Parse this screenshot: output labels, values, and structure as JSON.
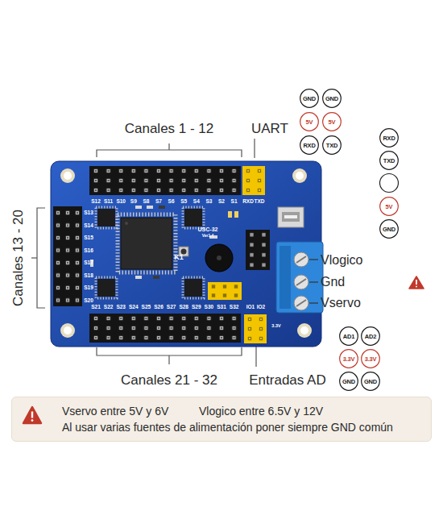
{
  "diagram": {
    "nodes": [
      {
        "text": [
          "GND"
        ]
      },
      {
        "text": [
          "GND"
        ]
      },
      {
        "text": [
          "5V"
        ]
      },
      {
        "text": [
          "5V"
        ]
      },
      {
        "text": [
          "RXD"
        ]
      },
      {
        "text": [
          "TXD"
        ]
      },
      {
        "text": [
          "RXD"
        ]
      },
      {
        "text": [
          "TXD"
        ]
      },
      {
        "text": [
          "5V"
        ]
      },
      {
        "text": [
          "GND"
        ]
      },
      {
        "text": [
          "AD1"
        ]
      },
      {
        "text": [
          "AD2"
        ]
      },
      {
        "text": [
          "3.3V"
        ]
      },
      {
        "text": [
          "3.3V"
        ]
      },
      {
        "text": [
          "GND"
        ]
      },
      {
        "text": [
          "GND"
        ]
      },
      {
        "text": [
          "Vservo entre 5V y 6V",
          "Vlogico entre 6.5V y 12V",
          "Al usar varias fuentes de alimentación poner siempre GND común"
        ]
      }
    ],
    "labels": [
      "Canales 1 - 12",
      "UART",
      "S12",
      "S11",
      "S10",
      "S9",
      "S8",
      "S7",
      "S6",
      "S5",
      "S4",
      "S3",
      "S2",
      "S1",
      "RXD",
      "TXD",
      "S13",
      "S14",
      "S15",
      "S16",
      "S17",
      "S18",
      "S19",
      "S20",
      "USC-32",
      "Ver1.4",
      "K1",
      "Vlogico",
      "Gnd",
      "Vservo",
      "Canales 13 - 20",
      "S21",
      "S22",
      "S23",
      "S24",
      "S25",
      "S26",
      "S27",
      "S28",
      "S29",
      "S30",
      "S31",
      "S32",
      "IO1",
      "IO2",
      "3.3V",
      "Canales 21 - 32",
      "Entradas AD"
    ]
  }
}
